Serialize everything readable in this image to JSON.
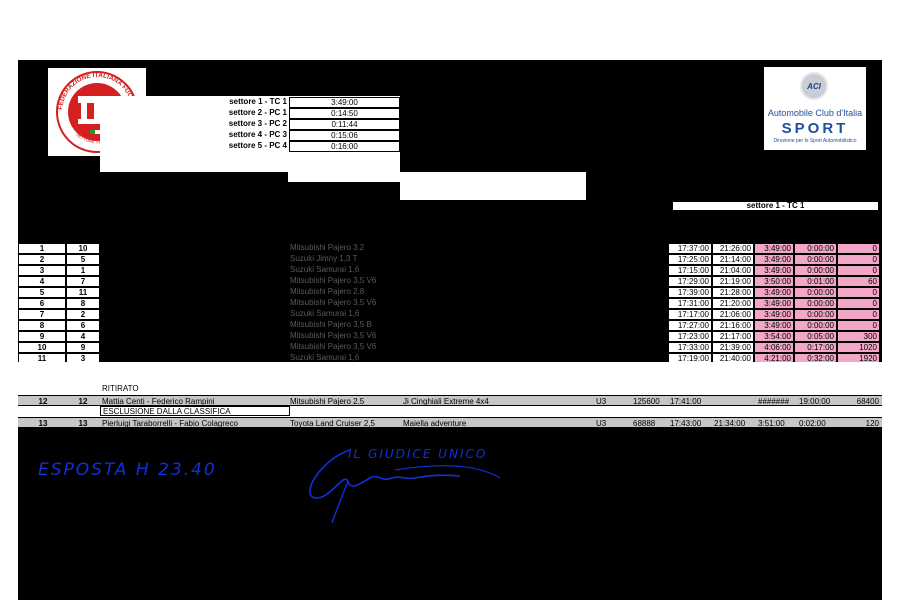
{
  "logos": {
    "fif_text": "FEDERAZIONE ITALIANA FUORISTRADA",
    "fif_sub": "SETTORE SPORTIVO",
    "aci_mark": "ACI",
    "aci_name": "Automobile Club d'Italia",
    "aci_sport": "SPORT",
    "aci_dir": "Direzione per lo Sport Automobilistico"
  },
  "sectors": [
    {
      "label": "settore 1 - TC 1",
      "time": "3:49:00"
    },
    {
      "label": "settore 2 - PC 1",
      "time": "0:14:50"
    },
    {
      "label": "settore 3 - PC 2",
      "time": "0:11:44"
    },
    {
      "label": "settore 4 - PC 3",
      "time": "0:15:06"
    },
    {
      "label": "settore 5 - PC 4",
      "time": "0:16:00"
    }
  ],
  "sector_header": "settore 1 - TC 1",
  "results": [
    {
      "pos": "1",
      "num": "10",
      "car": "Mitsubishi Pajero 3.2",
      "start": "17:37:00",
      "end": "21:26:00",
      "time": "3:49:00",
      "delay": "0:00:00",
      "pen": "0"
    },
    {
      "pos": "2",
      "num": "5",
      "car": "Suzuki Jimny 1,3 T",
      "start": "17:25:00",
      "end": "21:14:00",
      "time": "3:49:00",
      "delay": "0:00:00",
      "pen": "0"
    },
    {
      "pos": "3",
      "num": "1",
      "car": "Suzuki Samurai 1,6",
      "start": "17:15:00",
      "end": "21:04:00",
      "time": "3:49:00",
      "delay": "0:00:00",
      "pen": "0"
    },
    {
      "pos": "4",
      "num": "7",
      "car": "Mitsubishi Pajero 3,5 V6",
      "start": "17:29:00",
      "end": "21:19:00",
      "time": "3:50:00",
      "delay": "0:01:00",
      "pen": "60"
    },
    {
      "pos": "5",
      "num": "11",
      "car": "Mitsubishi Pajero 2,8",
      "start": "17:39:00",
      "end": "21:28:00",
      "time": "3:49:00",
      "delay": "0:00:00",
      "pen": "0"
    },
    {
      "pos": "6",
      "num": "8",
      "car": "Mitsubishi Pajero 3,5 V6",
      "start": "17:31:00",
      "end": "21:20:00",
      "time": "3:49:00",
      "delay": "0:00:00",
      "pen": "0"
    },
    {
      "pos": "7",
      "num": "2",
      "car": "Suzuki Samurai 1,6",
      "start": "17:17:00",
      "end": "21:06:00",
      "time": "3:49:00",
      "delay": "0:00:00",
      "pen": "0"
    },
    {
      "pos": "8",
      "num": "6",
      "car": "Mitsubishi Pajero 3,5 B",
      "start": "17:27:00",
      "end": "21:16:00",
      "time": "3:49:00",
      "delay": "0:00:00",
      "pen": "0"
    },
    {
      "pos": "9",
      "num": "4",
      "car": "Mitsubishi Pajero 3,5 V6",
      "start": "17:23:00",
      "end": "21:17:00",
      "time": "3:54:00",
      "delay": "0:05:00",
      "pen": "300"
    },
    {
      "pos": "10",
      "num": "9",
      "car": "Mitsubishi Pajero 3,5 V6",
      "start": "17:33:00",
      "end": "21:39:00",
      "time": "4:06:00",
      "delay": "0:17:00",
      "pen": "1020"
    },
    {
      "pos": "11",
      "num": "3",
      "car": "Suzuki Samurai 1,6",
      "start": "17:19:00",
      "end": "21:40:00",
      "time": "4:21:00",
      "delay": "0:32:00",
      "pen": "1920"
    }
  ],
  "ritirato_label": "RITIRATO",
  "retired": {
    "pos": "12",
    "num": "12",
    "crew": "Mattia Centi - Federico Rampini",
    "car": "Mitsubishi Pajero 2.5",
    "team": "Ji Cinghiali Extreme 4x4",
    "class": "U3",
    "licence": "125600",
    "start": "17:41:00",
    "end": "",
    "time": "#######",
    "delay": "19:00:00",
    "pen": "68400"
  },
  "esclusione_label": "ESCLUSIONE DALLA CLASSIFICA",
  "excluded": {
    "pos": "13",
    "num": "13",
    "crew": "Pierluigi Taraborrelli - Fabio Colagreco",
    "car": "Toyota Land Cruiser 2,5",
    "team": "Maiella adventure",
    "class": "U3",
    "licence": "68888",
    "start": "17:43:00",
    "end": "21:34:00",
    "time": "3:51:00",
    "delay": "0:02:00",
    "pen": "120"
  },
  "handwriting": {
    "posted": "ESPOSTA H 23.40",
    "judge": "IL GIUDICE UNICO"
  },
  "colors": {
    "ink": "#1030d8",
    "pink": "#f2a6c8",
    "gray": "#c6c6c6"
  }
}
